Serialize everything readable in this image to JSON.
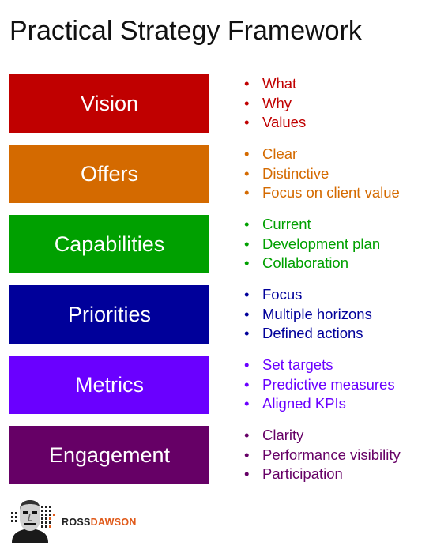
{
  "title": "Practical Strategy Framework",
  "rows": [
    {
      "label": "Vision",
      "color": "#c00000",
      "bullets": [
        "What",
        "Why",
        "Values"
      ]
    },
    {
      "label": "Offers",
      "color": "#d46a00",
      "bullets": [
        "Clear",
        "Distinctive",
        "Focus on client value"
      ]
    },
    {
      "label": "Capabilities",
      "color": "#00a000",
      "bullets": [
        "Current",
        "Development plan",
        "Collaboration"
      ]
    },
    {
      "label": "Priorities",
      "color": "#00009a",
      "bullets": [
        "Focus",
        "Multiple horizons",
        "Defined actions"
      ]
    },
    {
      "label": "Metrics",
      "color": "#6a00ff",
      "bullets": [
        "Set targets",
        "Predictive measures",
        "Aligned KPIs"
      ]
    },
    {
      "label": "Engagement",
      "color": "#660066",
      "bullets": [
        "Clarity",
        "Performance visibility",
        "Participation"
      ]
    }
  ],
  "logo": {
    "part1": "ROSS",
    "part2": "DAWSON",
    "icon": "portrait-logo-icon"
  }
}
